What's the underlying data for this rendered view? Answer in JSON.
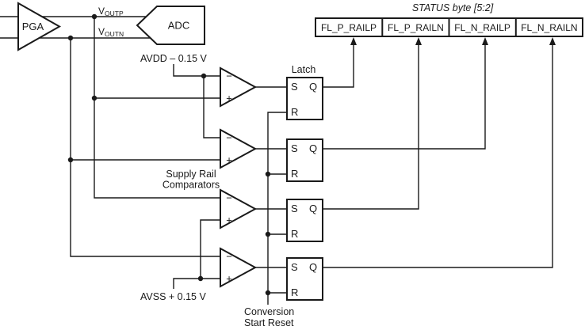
{
  "colors": {
    "ink": "#1a1a1a",
    "background": "#ffffff"
  },
  "pga": {
    "label": "PGA"
  },
  "adc": {
    "label": "ADC"
  },
  "signals": {
    "voutp_base": "V",
    "voutp_sub": "OUTP",
    "voutn_base": "V",
    "voutn_sub": "OUTN",
    "avdd_threshold": "AVDD – 0.15 V",
    "avss_threshold": "AVSS + 0.15 V"
  },
  "comparators": {
    "caption_line1": "Supply Rail",
    "caption_line2": "Comparators",
    "minus": "−",
    "plus": "+"
  },
  "latch": {
    "caption": "Latch",
    "set": "S",
    "q": "Q",
    "reset": "R"
  },
  "status": {
    "title": "STATUS byte [5:2]",
    "bits": [
      "FL_P_RAILP",
      "FL_P_RAILN",
      "FL_N_RAILP",
      "FL_N_RAILN"
    ]
  },
  "reset": {
    "line1": "Conversion",
    "line2": "Start Reset"
  }
}
